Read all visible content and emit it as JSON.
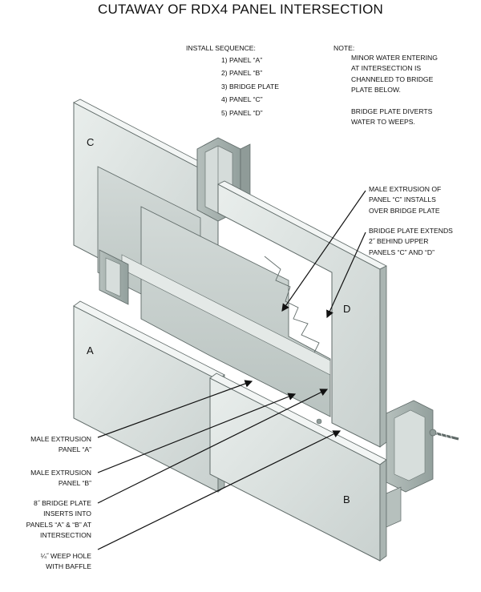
{
  "title": "CUTAWAY OF RDX4 PANEL INTERSECTION",
  "install_sequence": {
    "heading": "INSTALL SEQUENCE:",
    "steps": [
      "1) PANEL “A”",
      "2) PANEL “B”",
      "3) BRIDGE PLATE",
      "4) PANEL “C”",
      "5) PANEL “D”"
    ]
  },
  "note": {
    "heading": "NOTE:",
    "paragraphs": [
      [
        "MINOR WATER ENTERING",
        "AT INTERSECTION IS",
        "CHANNELED TO BRIDGE",
        "PLATE BELOW."
      ],
      [
        "BRIDGE PLATE DIVERTS",
        "WATER TO WEEPS."
      ]
    ]
  },
  "panels": {
    "a": "A",
    "b": "B",
    "c": "C",
    "d": "D"
  },
  "callouts": {
    "male_c": [
      "MALE EXTRUSION OF",
      "PANEL “C” INSTALLS",
      "OVER BRIDGE PLATE"
    ],
    "bridge_extends": [
      "BRIDGE PLATE EXTENDS",
      "2˝ BEHIND UPPER",
      "PANELS “C” AND “D”"
    ],
    "male_a": [
      "MALE EXTRUSION",
      "PANEL “A”"
    ],
    "male_b": [
      "MALE EXTRUSION",
      "PANEL “B”"
    ],
    "bridge_inserts": [
      "8˝ BRIDGE PLATE",
      "INSERTS INTO",
      "PANELS “A” & “B” AT",
      "INTERSECTION"
    ],
    "weep": [
      "¼˝ WEEP HOLE",
      "WITH BAFFLE"
    ]
  },
  "colors": {
    "panel_light": "#dfe5e3",
    "panel_mid": "#c4ccca",
    "panel_dark": "#a5b0ad",
    "outline": "#5f6a68"
  }
}
